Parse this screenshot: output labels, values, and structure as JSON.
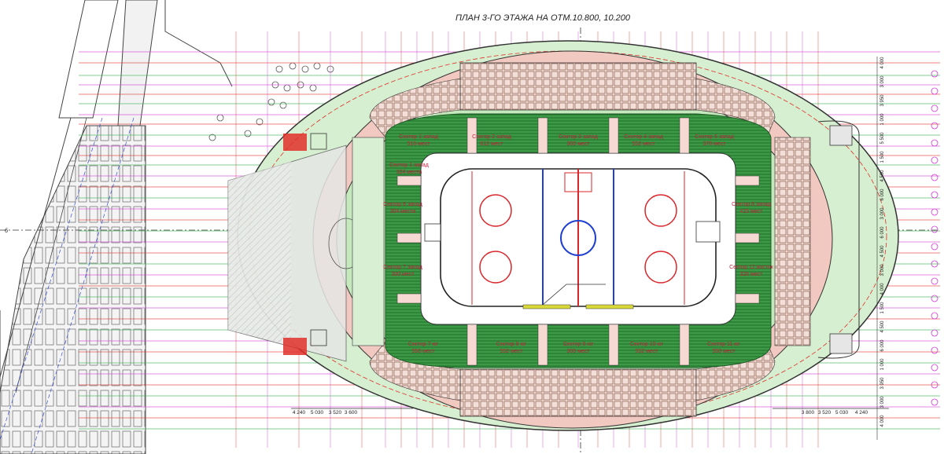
{
  "title": "ПЛАН 3-ГО ЭТАЖА НА ОТМ.10.800, 10.200",
  "colors": {
    "grid_red": "#e0302a",
    "grid_magenta": "#d13ad6",
    "grid_green": "#2fb34a",
    "grid_blue": "#3a4fd6",
    "seating_green": "#2e8f3e",
    "hall_green": "#b7e3b0",
    "corridor_pink": "#f2c9c0",
    "rink_red": "#d8262a",
    "rink_blue": "#1f3fd0",
    "dark_line": "#333333"
  },
  "sectors": {
    "s1": {
      "name": "Сектор 1 запад",
      "seats": "516 мест"
    },
    "s2": {
      "name": "Сектор 2 запад",
      "seats": "612 мест"
    },
    "s3": {
      "name": "Сектор 3 запад",
      "seats": "300 мест"
    },
    "s4": {
      "name": "Сектор 4 запад",
      "seats": "552 мест"
    },
    "s5": {
      "name": "Сектор 5 запад",
      "seats": "378 мест"
    },
    "s6": {
      "name": "Сектор 6 запад",
      "seats": "304 места"
    },
    "s7": {
      "name": "Сектор 7 запад",
      "seats": "300 мест"
    },
    "s8": {
      "name": "Сектор 8 запад",
      "seats": "415 мест"
    },
    "s9": {
      "name": "Сектор 7 юг",
      "seats": "550 мест"
    },
    "s10": {
      "name": "Сектор 8 юг",
      "seats": "552 мест"
    },
    "s11": {
      "name": "Сектор 9 юг",
      "seats": "300 мест"
    },
    "s12": {
      "name": "Сектор 10 юг",
      "seats": "552 мест"
    },
    "s13": {
      "name": "Сектор 11 юг",
      "seats": "550 мест"
    },
    "s14": {
      "name": "Сектор 1 запад",
      "seats": "324 места"
    },
    "s15": {
      "name": "Сектор 12 восток",
      "seats": "326 мест"
    }
  },
  "dims_bottom_left": [
    "4 240",
    "5 030",
    "3 520",
    "3 600"
  ],
  "dims_bottom_right": [
    "3 800",
    "3 520",
    "5 030",
    "4 240"
  ],
  "dims_right": [
    "4 000",
    "3 000",
    "3 950",
    "1 000",
    "5 500",
    "1 500",
    "4 500",
    "6 000",
    "3 000",
    "6 000",
    "4 500",
    "3 000",
    "4 000",
    "1 500",
    "4 500",
    "6 000",
    "1 000",
    "3 950",
    "3 000",
    "4 000"
  ],
  "left_label": "б"
}
